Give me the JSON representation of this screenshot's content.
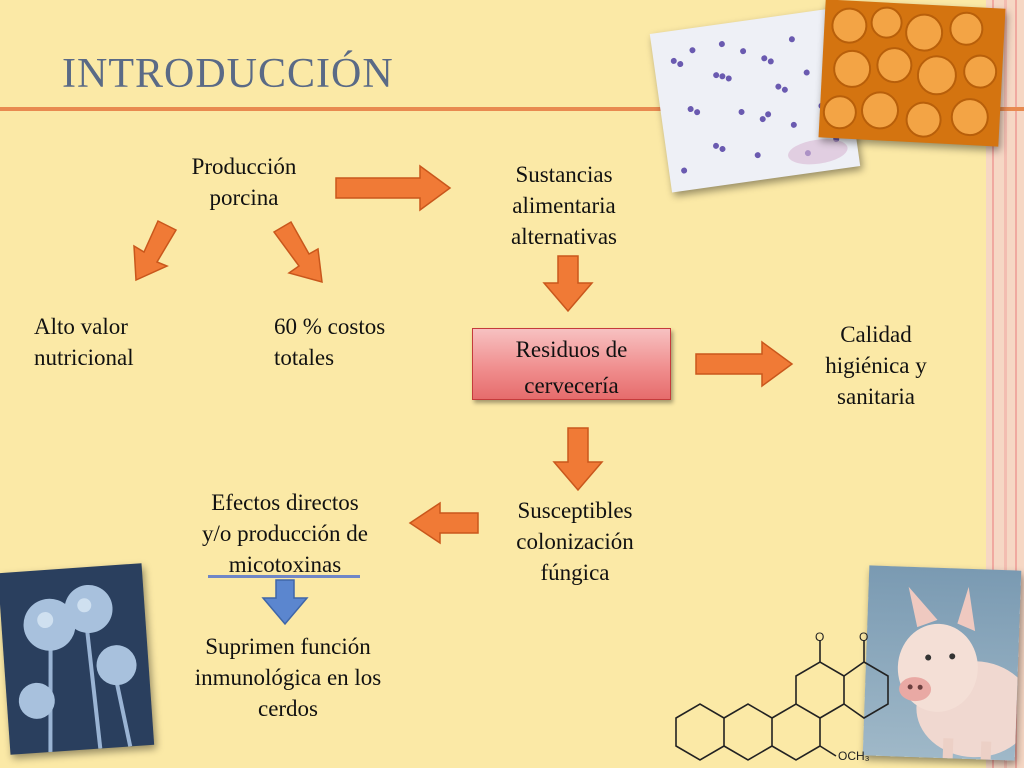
{
  "title": "INTRODUCCIÓN",
  "nodes": {
    "produccion": [
      "Producción",
      "porcina"
    ],
    "sustancias": [
      "Sustancias",
      "alimentaria",
      "alternativas"
    ],
    "alto_valor": [
      "Alto valor",
      "nutricional"
    ],
    "costos": [
      "60 % costos",
      "totales"
    ],
    "residuos": [
      "Residuos de",
      "cervecería"
    ],
    "calidad": [
      "Calidad",
      "higiénica y",
      "sanitaria"
    ],
    "efectos": [
      "Efectos directos",
      "y/o producción de",
      "micotoxinas"
    ],
    "susceptibles": [
      "Susceptibles",
      "colonización",
      "fúngica"
    ],
    "suprimen": [
      "Suprimen función",
      "inmunológica en los",
      "cerdos"
    ]
  },
  "molecule_labels": {
    "methoxy": "OCH₃",
    "oxygen": "O"
  },
  "colors": {
    "background": "#fbe9a6",
    "arrow": "#f07a36",
    "arrow_blue": "#5b86cf",
    "title": "#5a6a86",
    "rule": "#e88a50"
  },
  "images": [
    "bacteria-micrograph",
    "yeast-micrograph",
    "fungus-micrograph",
    "pig-photo",
    "aflatoxin-structure"
  ]
}
